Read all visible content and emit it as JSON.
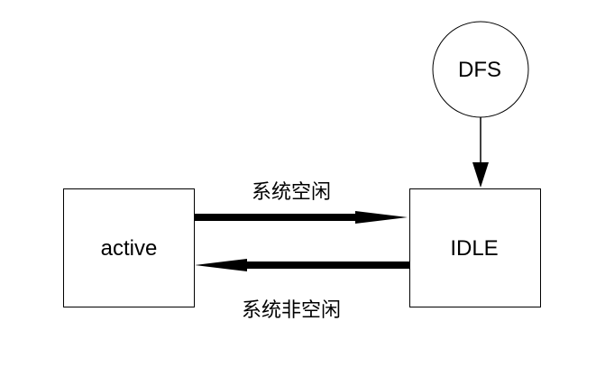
{
  "nodes": {
    "active": {
      "label": "active",
      "shape": "rectangle"
    },
    "idle": {
      "label": "IDLE",
      "shape": "rectangle"
    },
    "dfs": {
      "label": "DFS",
      "shape": "circle"
    }
  },
  "edges": [
    {
      "from": "active",
      "to": "IDLE",
      "label": "系统空闲",
      "style": "thick"
    },
    {
      "from": "IDLE",
      "to": "active",
      "label": "系统非空闲",
      "style": "thick"
    },
    {
      "from": "DFS",
      "to": "IDLE",
      "label": "",
      "style": "thin"
    }
  ],
  "colors": {
    "stroke": "#000000",
    "fill": "#ffffff"
  }
}
